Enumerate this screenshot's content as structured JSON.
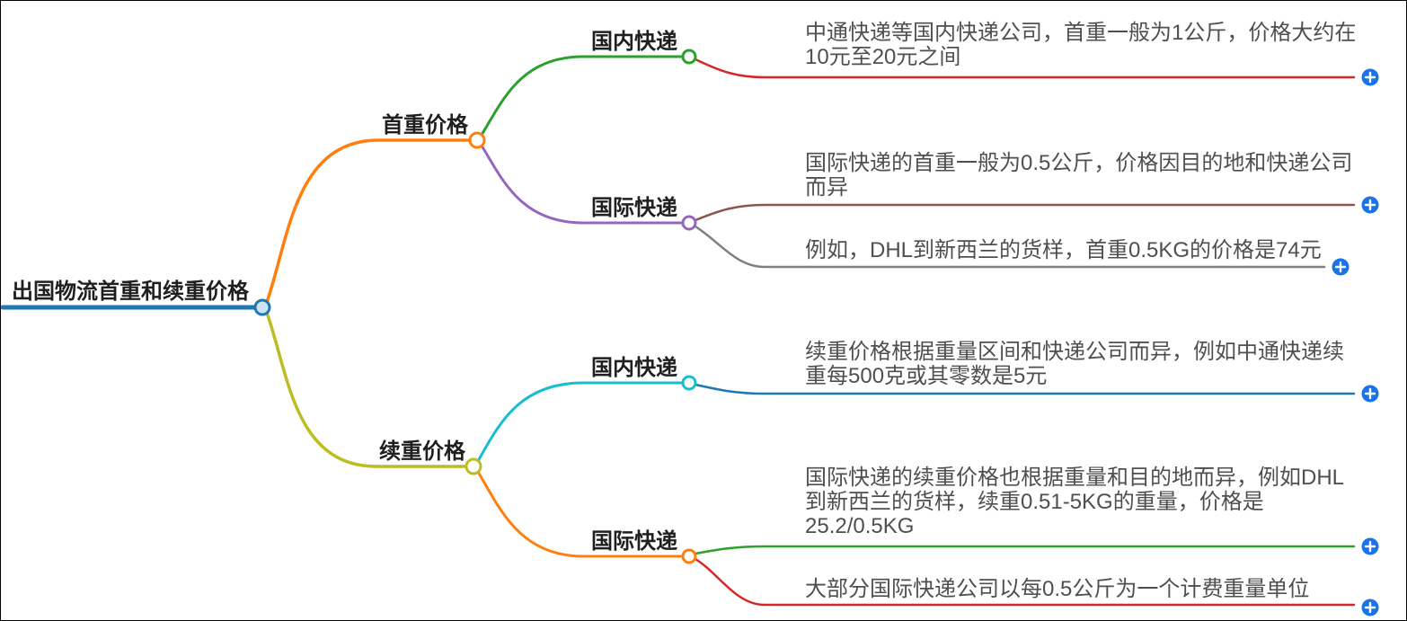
{
  "colors": {
    "blue": "#1f77b4",
    "orange": "#ff7f0e",
    "olive": "#bcbd22",
    "green": "#2ca02c",
    "red": "#d62728",
    "purple": "#9467bd",
    "brown": "#8c564b",
    "gray": "#7f7f7f",
    "cyan": "#17becf",
    "plus_button": "#1a73e8"
  },
  "root": {
    "label": "出国物流首重和续重价格"
  },
  "branches": {
    "first_weight": {
      "label": "首重价格"
    },
    "additional_weight": {
      "label": "续重价格"
    },
    "fw_domestic": {
      "label": "国内快递"
    },
    "fw_international": {
      "label": "国际快递"
    },
    "aw_domestic": {
      "label": "国内快递"
    },
    "aw_international": {
      "label": "国际快递"
    }
  },
  "leaves": {
    "fw_domestic_note": "中通快递等国内快递公司，首重一般为1公斤，价格大约在10元至20元之间",
    "fw_intl_note1": "国际快递的首重一般为0.5公斤，价格因目的地和快递公司而异",
    "fw_intl_note2": "例如，DHL到新西兰的货样，首重0.5KG的价格是74元",
    "aw_domestic_note": "续重价格根据重量区间和快递公司而异，例如中通快递续重每500克或其零数是5元",
    "aw_intl_note1": "国际快递的续重价格也根据重量和目的地而异，例如DHL到新西兰的货样，续重0.51-5KG的重量，价格是25.2/0.5KG",
    "aw_intl_note2": "大部分国际快递公司以每0.5公斤为一个计费重量单位"
  }
}
